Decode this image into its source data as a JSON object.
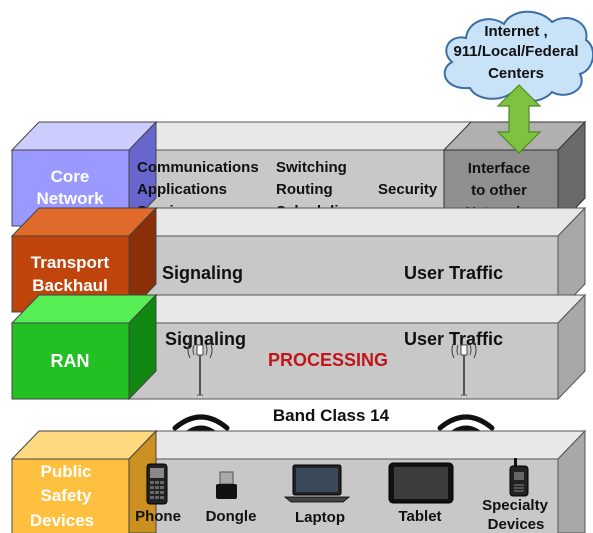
{
  "layers": {
    "core": {
      "label_line1": "Core",
      "label_line2": "Network",
      "col1": [
        "Communications",
        "Applications",
        "Services"
      ],
      "col2": [
        "Switching",
        "Routing",
        "Scheduling"
      ],
      "col3": "Security",
      "interface": [
        "Interface",
        "to other",
        "Networks"
      ],
      "colors": {
        "front": "#9999ff",
        "top": "#ccccff",
        "side": "#6666cc"
      }
    },
    "transport": {
      "label_line1": "Transport",
      "label_line2": "Backhaul",
      "left": "Signaling",
      "right": "User Traffic",
      "colors": {
        "front": "#c0450d",
        "top": "#e06a2a",
        "side": "#8a2f08"
      }
    },
    "ran": {
      "label": "RAN",
      "left": "Signaling",
      "right": "User Traffic",
      "center": "PROCESSING",
      "center_color": "#c0161a",
      "tower_icons": [
        "antenna-tower-icon",
        "antenna-tower-icon"
      ],
      "colors": {
        "front": "#22c022",
        "top": "#55ee55",
        "side": "#118811"
      }
    },
    "devices": {
      "label_line1": "Public",
      "label_line2": "Safety",
      "label_line3": "Devices",
      "items": [
        {
          "label": "Phone",
          "icon": "phone-icon"
        },
        {
          "label": "Dongle",
          "icon": "dongle-icon"
        },
        {
          "label": "Laptop",
          "icon": "laptop-icon"
        },
        {
          "label": "Tablet",
          "icon": "tablet-icon"
        },
        {
          "label": "Specialty",
          "label2": "Devices",
          "icon": "radio-icon"
        }
      ],
      "colors": {
        "front": "#ffc040",
        "top": "#ffd980",
        "side": "#cc9020"
      }
    }
  },
  "band": {
    "label": "Band Class 14",
    "icons": [
      "wireless-signal-icon",
      "wireless-signal-icon"
    ]
  },
  "cloud": {
    "line1": "Internet ,",
    "line2": "911/Local/Federal",
    "line3": "Centers",
    "color": "#c8e2f8"
  },
  "arrow_color": "#7fc242",
  "slab_colors": {
    "front": "#c8c8c8",
    "top": "#e8e8e8",
    "side": "#a8a8a8",
    "interface_front": "#8f8f8f",
    "interface_top": "#b0b0b0",
    "interface_side": "#6a6a6a"
  }
}
